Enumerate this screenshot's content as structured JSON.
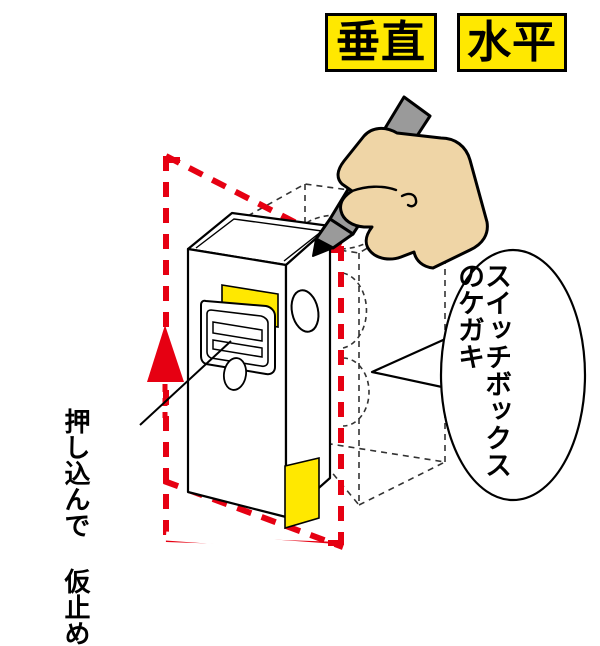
{
  "figure": {
    "title": "スイッチボックスのケガキ",
    "subject": "switch box marking with pencil",
    "background_color": "#FFFFFF"
  },
  "badges": [
    {
      "name": "vertical",
      "label": "垂直",
      "fill": "#FFE800",
      "border": "#000000",
      "text_color": "#000000"
    },
    {
      "name": "horizontal",
      "label": "水平",
      "fill": "#FFE800",
      "border": "#000000",
      "text_color": "#000000"
    }
  ],
  "callout_balloon": {
    "shape": "ellipse",
    "line_1": "スイッチボックス",
    "line_2": "のケガキ",
    "stroke": "#000000",
    "fill": "#FFFFFF"
  },
  "caption": {
    "line_1": "押し込んで",
    "line_2": "仮止め"
  },
  "annotations": {
    "guide_outline_color": "#E60012",
    "guide_outline_style": "dashed parallelogram",
    "push_arrow_color": "#E60012",
    "push_arrow_direction": "up",
    "hidden_edges_color": "#333333",
    "hidden_edges_style": "dashed"
  },
  "switch_box": {
    "body_fill": "#FFFFFF",
    "outline": "#000000",
    "marks": [
      {
        "name": "upper-yellow-mark",
        "color": "#FFE800"
      },
      {
        "name": "lower-yellow-mark",
        "color": "#FFE800"
      }
    ],
    "features": [
      "cable-clamp-slot",
      "knockout-oval",
      "mounting-hole"
    ]
  },
  "hand": {
    "skin_color": "#EFD5A6",
    "outline": "#000000"
  },
  "pencil": {
    "body_color": "#9A9A9A",
    "tip_color": "#000000",
    "outline": "#000000"
  }
}
